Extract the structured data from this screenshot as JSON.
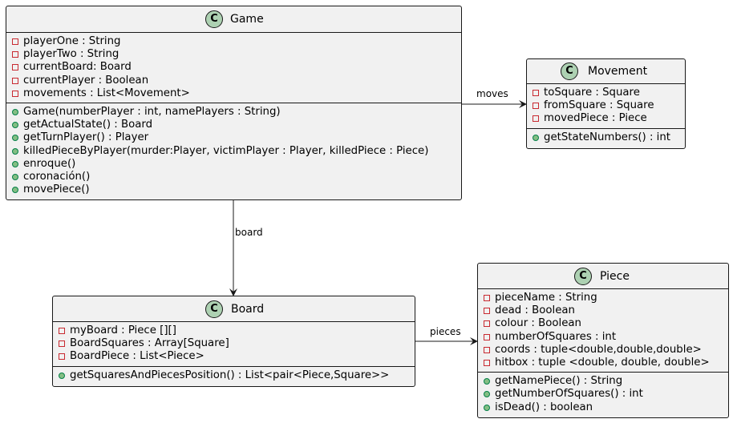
{
  "classes": {
    "game": {
      "stereotype": "C",
      "name": "Game",
      "fields": [
        "playerOne : String",
        "playerTwo : String",
        "currentBoard: Board",
        "currentPlayer : Boolean",
        "movements : List<Movement>"
      ],
      "methods": [
        "Game(numberPlayer : int, namePlayers : String)",
        "getActualState() : Board",
        "getTurnPlayer() : Player",
        "killedPieceByPlayer(murder:Player, victimPlayer : Player, killedPiece : Piece)",
        "enroque()",
        "coronación()",
        "movePiece()"
      ]
    },
    "movement": {
      "stereotype": "C",
      "name": "Movement",
      "fields": [
        "toSquare : Square",
        "fromSquare : Square",
        "movedPiece : Piece"
      ],
      "methods": [
        "getStateNumbers() : int"
      ]
    },
    "board": {
      "stereotype": "C",
      "name": "Board",
      "fields": [
        "myBoard : Piece [][]",
        "BoardSquares : Array[Square]",
        "BoardPiece : List<Piece>"
      ],
      "methods": [
        "getSquaresAndPiecesPosition() : List<pair<Piece,Square>>"
      ]
    },
    "piece": {
      "stereotype": "C",
      "name": "Piece",
      "fields": [
        "pieceName : String",
        "dead : Boolean",
        "colour : Boolean",
        "numberOfSquares : int",
        "coords :  tuple<double,double,double>",
        "hitbox : tuple <double, double, double>"
      ],
      "methods": [
        "getNamePiece() : String",
        "getNumberOfSquares() : int",
        "isDead() : boolean"
      ]
    }
  },
  "relations": {
    "game_movement": "moves",
    "game_board": "board",
    "board_piece": "pieces"
  },
  "colors": {
    "box_fill": "#f1f1f1",
    "border": "#181818",
    "badge": "#add1b2",
    "private_marker": "#c82930",
    "public_marker": "#84be84"
  }
}
